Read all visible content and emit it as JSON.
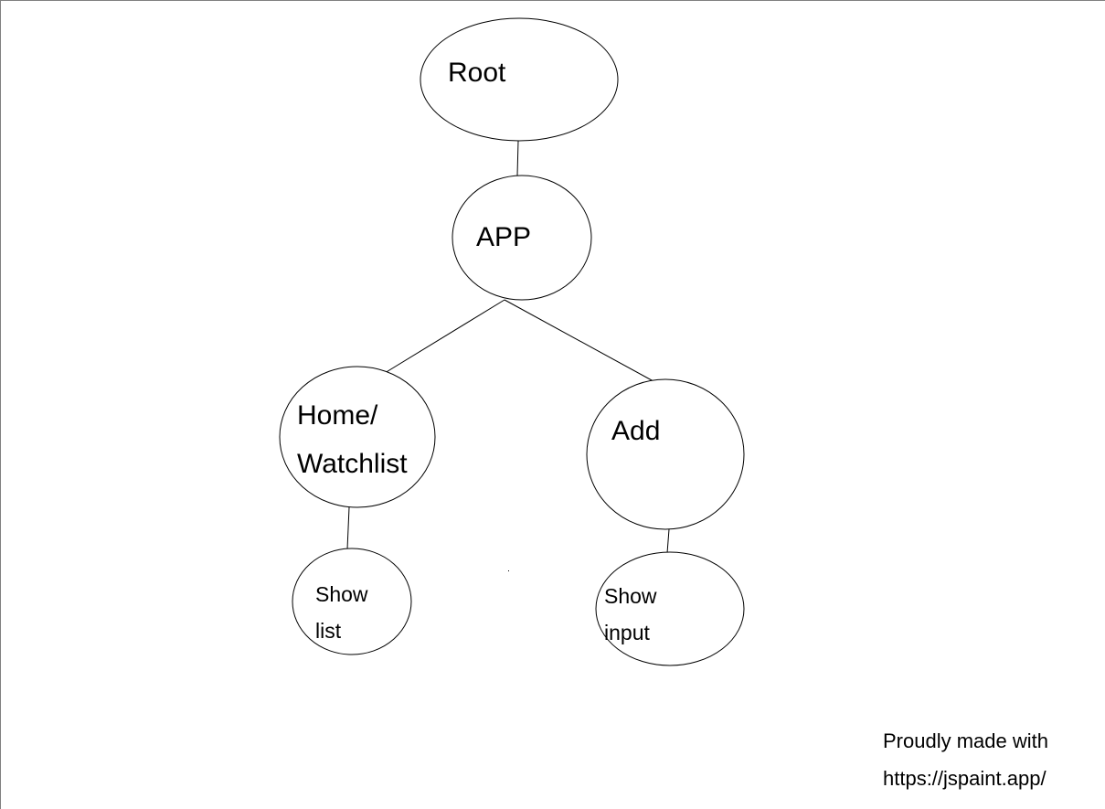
{
  "diagram": {
    "nodes": {
      "root": {
        "label": "Root"
      },
      "app": {
        "label": "APP"
      },
      "home": {
        "line1": "Home/",
        "line2": "Watchlist"
      },
      "add": {
        "label": "Add"
      },
      "show_list": {
        "line1": "Show",
        "line2": "list"
      },
      "show_input": {
        "line1": "Show",
        "line2": "input"
      }
    },
    "edges": [
      {
        "from": "root",
        "to": "app"
      },
      {
        "from": "app",
        "to": "home"
      },
      {
        "from": "app",
        "to": "add"
      },
      {
        "from": "home",
        "to": "show_list"
      },
      {
        "from": "add",
        "to": "show_input"
      }
    ]
  },
  "footer": {
    "line1": "Proudly made with",
    "line2": "https://jspaint.app/"
  }
}
